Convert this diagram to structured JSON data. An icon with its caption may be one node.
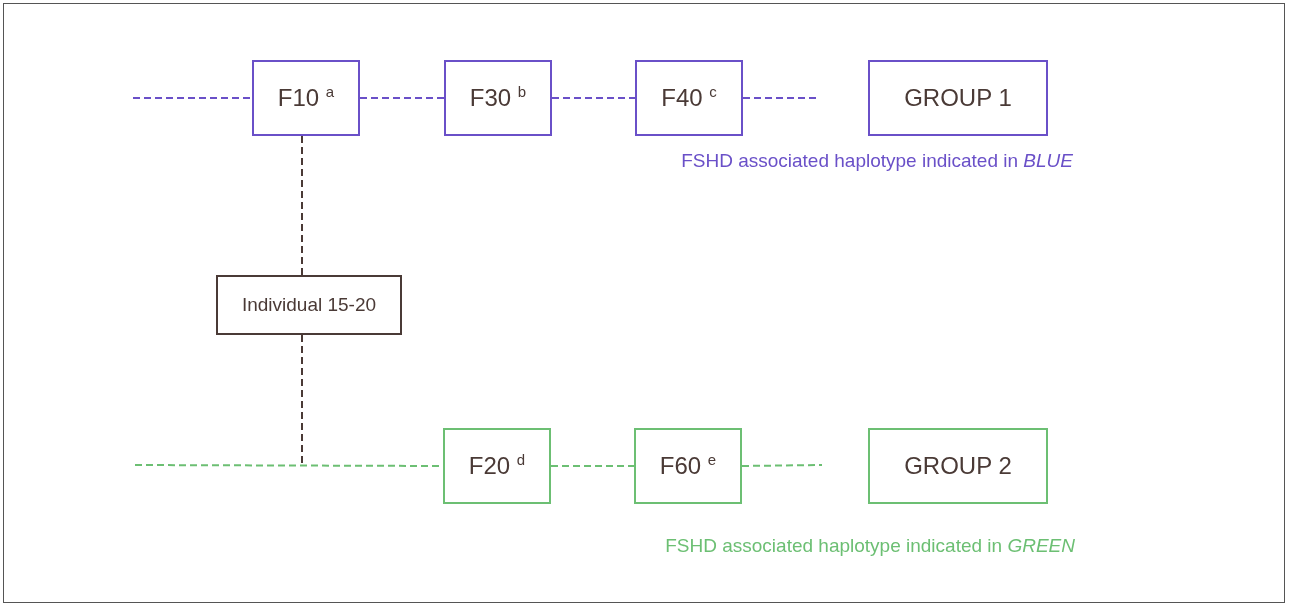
{
  "diagram": {
    "nodes": [
      {
        "text": [
          "F10 $^{a}$"
        ]
      },
      {
        "text": [
          "F30 $^{b}$"
        ]
      },
      {
        "text": [
          "F40 $^{c}$"
        ]
      },
      {
        "text": [
          "GROUP 1"
        ]
      },
      {
        "text": [
          "Individual 15-20"
        ]
      },
      {
        "text": [
          "F20 $^{d}$"
        ]
      },
      {
        "text": [
          "F60 $^{e}$"
        ]
      },
      {
        "text": [
          "GROUP 2"
        ]
      }
    ],
    "edges": [
      {
        "from": null,
        "to": 0,
        "arrow": "none",
        "style": "dashed",
        "color": "#6a50c8"
      },
      {
        "from": 0,
        "to": 1,
        "arrow": "none",
        "style": "dashed",
        "color": "#6a50c8"
      },
      {
        "from": 1,
        "to": 2,
        "arrow": "none",
        "style": "dashed",
        "color": "#6a50c8"
      },
      {
        "from": 2,
        "to": null,
        "arrow": "none",
        "style": "dashed",
        "color": "#6a50c8"
      },
      {
        "from": 0,
        "to": 4,
        "arrow": "none",
        "style": "dashed",
        "color": "#4a3a36"
      },
      {
        "from": 4,
        "to": null,
        "arrow": "none",
        "style": "dashed",
        "color": "#4a3a36"
      },
      {
        "from": null,
        "to": 5,
        "arrow": "none",
        "style": "dashed",
        "color": "#6cbf73"
      },
      {
        "from": 5,
        "to": 6,
        "arrow": "none",
        "style": "dashed",
        "color": "#6cbf73"
      },
      {
        "from": 6,
        "to": null,
        "arrow": "none",
        "style": "dashed",
        "color": "#6cbf73"
      }
    ],
    "labels": [
      "FSHD associated haplotype indicated in *BLUE*",
      "FSHD associated haplotype indicated in *GREEN*"
    ]
  }
}
